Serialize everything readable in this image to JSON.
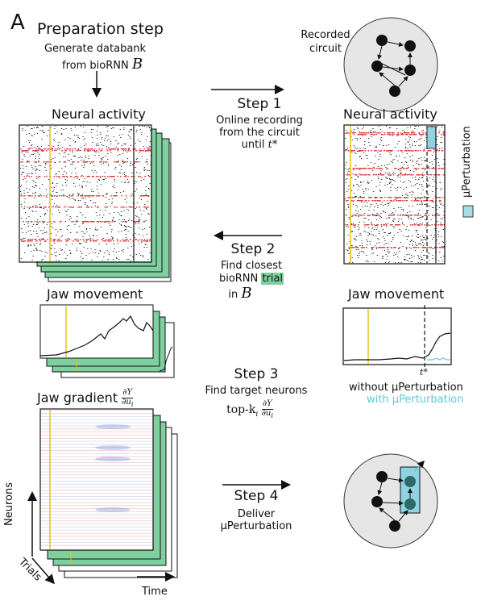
{
  "panel_label": "A",
  "prep": {
    "title": "Preparation step",
    "line1": "Generate databank",
    "line2": "from bioRNN",
    "bank_symbol": "B"
  },
  "recorded_circuit": {
    "line1": "Recorded",
    "line2": "circuit"
  },
  "left": {
    "neural_title": "Neural activity",
    "jaw_title": "Jaw movement",
    "gradient_title": "Jaw gradient",
    "grad_num": "∂Y",
    "grad_den": "∂u",
    "grad_den_sub": "i",
    "axis_neurons": "Neurons",
    "axis_trials": "Trials",
    "axis_time": "Time"
  },
  "right": {
    "neural_title": "Neural activity",
    "perturb_legend": "μPerturbation",
    "jaw_title": "Jaw movement",
    "t_star": "t*",
    "without": "without μPerturbation",
    "with": "with μPerturbation"
  },
  "steps": {
    "s1": {
      "title": "Step 1",
      "l1": "Online recording",
      "l2": "from the circuit",
      "l3": "until",
      "t": "t*"
    },
    "s2": {
      "title": "Step 2",
      "l1": "Find closest",
      "l2a": "bioRNN",
      "l2b": "trial",
      "l3": "in",
      "sym": "B"
    },
    "s3": {
      "title": "Step 3",
      "l1": "Find target neurons",
      "topk": "top-k",
      "k_sub": "i"
    },
    "s4": {
      "title": "Step 4",
      "l1": "Deliver",
      "l2": "μPerturbation"
    }
  },
  "colors": {
    "green": "#7fcf9f",
    "green_dark": "#2e8b57",
    "yellow": "#e8c21a",
    "red": "#e23b3b",
    "cyan": "#5fc7d8",
    "circuit_bg": "#e6e6e6"
  }
}
